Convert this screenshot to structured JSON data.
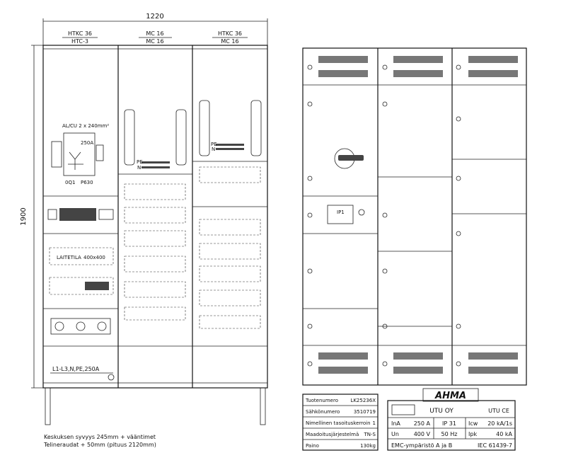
{
  "front_view": {
    "width_label": "1220",
    "height_label": "1900",
    "section_headers": [
      {
        "top": "HTKC 36",
        "bottom": "HTC-3"
      },
      {
        "top": "MC 16",
        "bottom": "MC 16"
      },
      {
        "top": "HTKC 36",
        "bottom": "MC 16"
      }
    ],
    "cable_label": "AL/CU 2 x 240mm²",
    "main_switch_current": "250A",
    "main_switch_ids": [
      "0Q1",
      "P630"
    ],
    "mount_plate_label": "LAITETILA",
    "mount_plate_size": "400x400",
    "busbar_label": "L1-L3,N,PE,250A",
    "pe_label": "PE",
    "n_label": "N",
    "footnote_lines": [
      "Keskuksen syvyys 245mm + vääntimet",
      "Telineraudat + 50mm (pituus 2120mm)"
    ]
  },
  "side_view": {
    "meter_label": "IP1"
  },
  "info_table": {
    "rows": [
      {
        "label": "Tuotenumero",
        "value": "LK25236X"
      },
      {
        "label": "Sähkönumero",
        "value": "3510719"
      },
      {
        "label": "Nimellinen tasoituskerroin",
        "value": "1"
      },
      {
        "label": "Maadoitusjärjestelmä",
        "value": "TN-S"
      },
      {
        "label": "Paino",
        "value": "130kg"
      }
    ]
  },
  "nameplate": {
    "brand": "AHMA",
    "company": "UTU OY",
    "marks": "UTU CE",
    "cells": [
      [
        "InA",
        "250 A",
        "IP 31",
        "Icw",
        "20 kA/1s"
      ],
      [
        "Un",
        "400 V",
        "50 Hz",
        "Ipk",
        "40 kA"
      ]
    ],
    "footer_left": "EMC-ympäristö A ja B",
    "footer_right": "IEC 61439-7"
  }
}
